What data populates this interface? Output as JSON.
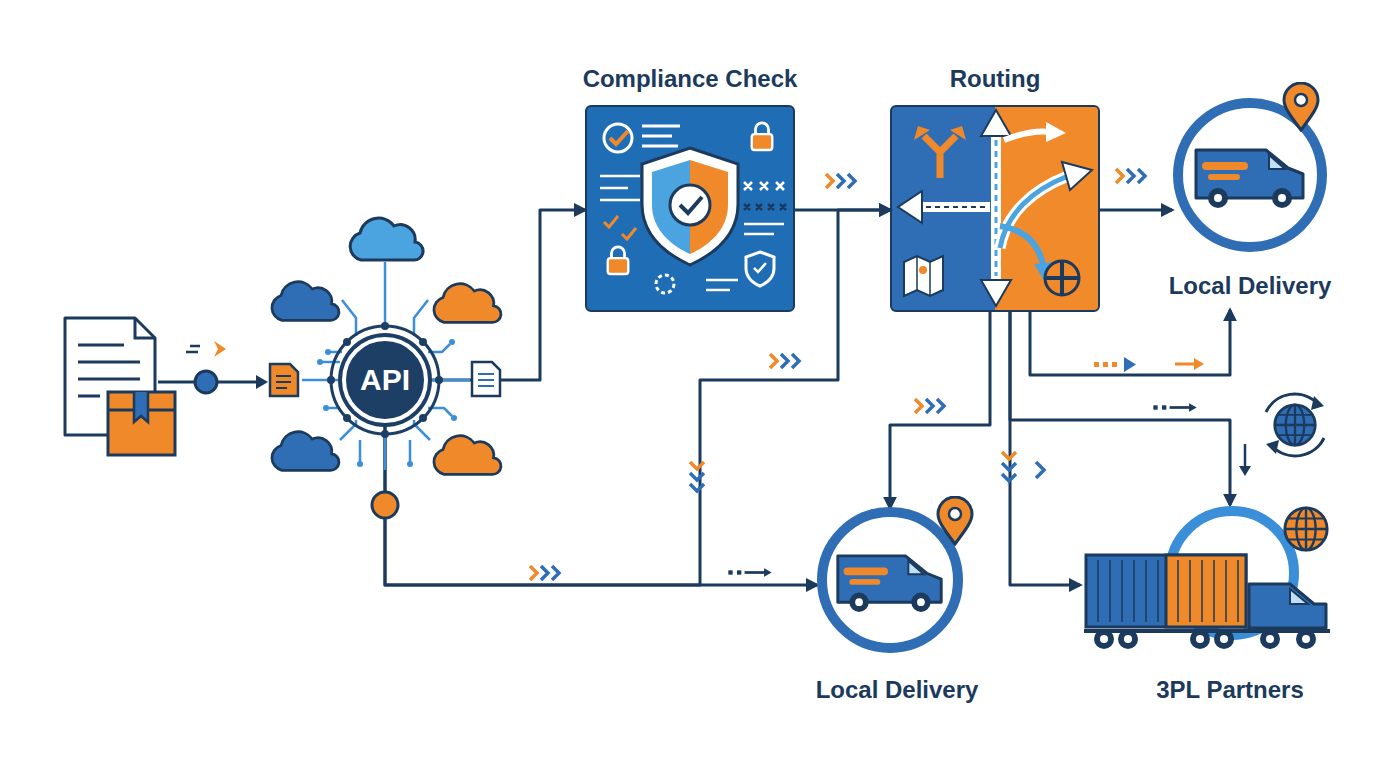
{
  "diagram": {
    "nodes": [
      {
        "text": [
          "API"
        ]
      },
      {
        "text": [
          "Compliance Check"
        ]
      },
      {
        "text": [
          "Routing"
        ]
      },
      {
        "text": [
          "Local Delivery"
        ]
      },
      {
        "text": [
          "Local Delivery"
        ]
      },
      {
        "text": [
          "3PL Partners"
        ]
      }
    ],
    "edges": [
      {
        "from": 0,
        "to": 1,
        "arrow": "to"
      },
      {
        "from": 1,
        "to": 2,
        "arrow": "to"
      },
      {
        "from": 0,
        "to": 2,
        "arrow": "to"
      },
      {
        "from": 0,
        "to": 4,
        "arrow": "to"
      },
      {
        "from": 2,
        "to": 3,
        "arrow": "to"
      },
      {
        "from": 2,
        "to": 3,
        "arrow": "to"
      },
      {
        "from": 2,
        "to": 4,
        "arrow": "to"
      },
      {
        "from": 2,
        "to": 5,
        "arrow": "to"
      },
      {
        "from": 2,
        "to": 5,
        "arrow": "to"
      }
    ]
  }
}
